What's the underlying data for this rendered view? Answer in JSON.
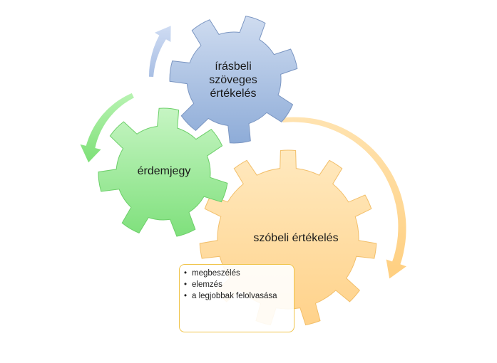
{
  "gears": [
    {
      "id": "blue",
      "label_lines": [
        "írásbeli",
        "szöveges",
        "értékelés"
      ]
    },
    {
      "id": "green",
      "label_lines": [
        "érdemjegy"
      ]
    },
    {
      "id": "orange",
      "label_lines": [
        "szóbeli értékelés"
      ]
    }
  ],
  "detail": {
    "items": [
      "megbeszélés",
      "elemzés",
      "a legjobbak felolvasása"
    ]
  },
  "colors": {
    "blue_light": "#cfdcf0",
    "blue_dark": "#8eacd8",
    "blue_stroke": "#7b96c2",
    "green_light": "#c6f5c3",
    "green_dark": "#7fe07c",
    "green_stroke": "#6ccf69",
    "orange_light": "#ffe9bf",
    "orange_dark": "#ffd28a",
    "orange_stroke": "#f2bf6a",
    "box_border": "#f0c44a"
  }
}
